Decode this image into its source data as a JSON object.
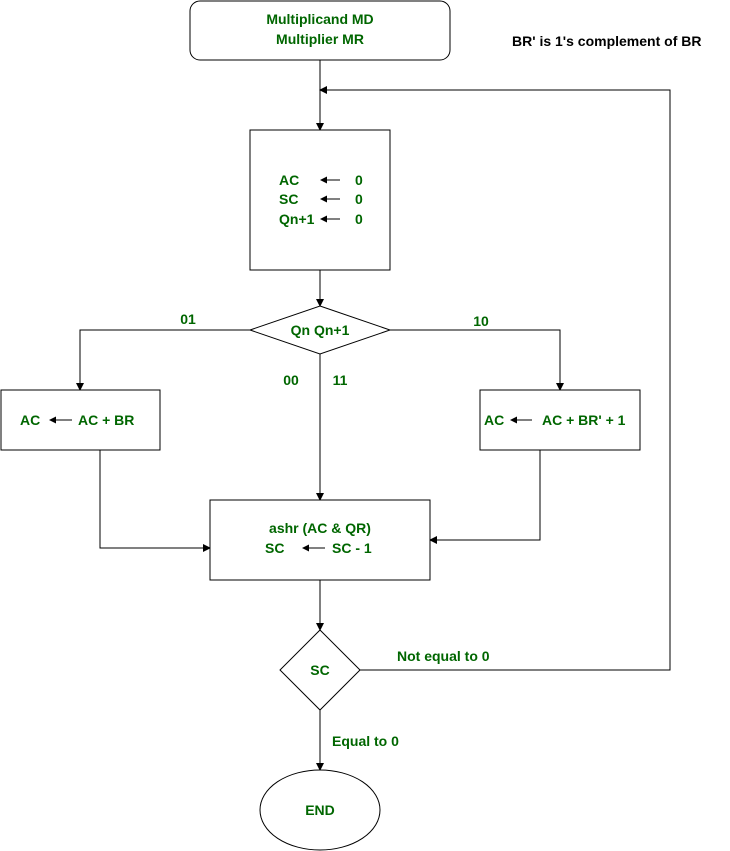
{
  "colors": {
    "text": "#006600",
    "note": "#000000",
    "stroke": "#000000"
  },
  "start": {
    "line1": "Multiplicand MD",
    "line2": "Multiplier MR"
  },
  "note": "BR' is 1's complement of BR",
  "init": {
    "rows": [
      {
        "reg": "AC",
        "val": "0"
      },
      {
        "reg": "SC",
        "val": "0"
      },
      {
        "reg": "Qn+1",
        "val": "0"
      }
    ]
  },
  "decision1": {
    "label": "Qn Qn+1",
    "left": "01",
    "right": "10",
    "down_a": "00",
    "down_b": "11"
  },
  "add_box": {
    "reg": "AC",
    "expr": "AC + BR"
  },
  "sub_box": {
    "reg": "AC",
    "expr": "AC + BR' + 1"
  },
  "shift_box": {
    "line1": "ashr (AC & QR)",
    "reg": "SC",
    "expr": "SC - 1"
  },
  "decision2": {
    "label": "SC",
    "not_equal": "Not equal to 0",
    "equal": "Equal to 0"
  },
  "end": {
    "label": "END"
  }
}
